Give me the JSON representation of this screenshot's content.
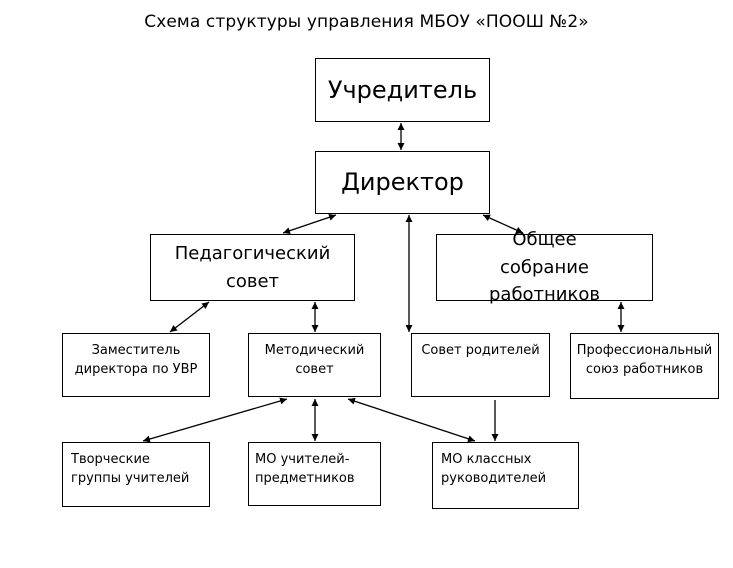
{
  "title": "Схема структуры управления МБОУ «ПООШ №2»",
  "nodes": {
    "founder": "Учредитель",
    "director": "Директор",
    "ped_council": "Педагогический совет",
    "general_meeting": "Общее собрание работников",
    "deputy_director": "Заместитель директора по УВР",
    "method_council": "Методический совет",
    "parents_council": "Совет родителей",
    "trade_union": "Профессиональный союз работников",
    "creative_groups": "Творческие группы учителей",
    "mo_subject": "МО учителей-предметников",
    "mo_class": "МО классных руководителей"
  },
  "links": [
    {
      "from": "founder",
      "to": "director",
      "arrows": "both"
    },
    {
      "from": "director",
      "to": "ped_council",
      "arrows": "both"
    },
    {
      "from": "director",
      "to": "general_meeting",
      "arrows": "both"
    },
    {
      "from": "director",
      "to": "parents_council",
      "arrows": "both"
    },
    {
      "from": "ped_council",
      "to": "deputy_director",
      "arrows": "both"
    },
    {
      "from": "ped_council",
      "to": "method_council",
      "arrows": "both"
    },
    {
      "from": "general_meeting",
      "to": "trade_union",
      "arrows": "both"
    },
    {
      "from": "method_council",
      "to": "creative_groups",
      "arrows": "both"
    },
    {
      "from": "method_council",
      "to": "mo_subject",
      "arrows": "both"
    },
    {
      "from": "method_council",
      "to": "mo_class",
      "arrows": "both"
    },
    {
      "from": "parents_council",
      "to": "mo_class",
      "arrows": "end"
    }
  ]
}
